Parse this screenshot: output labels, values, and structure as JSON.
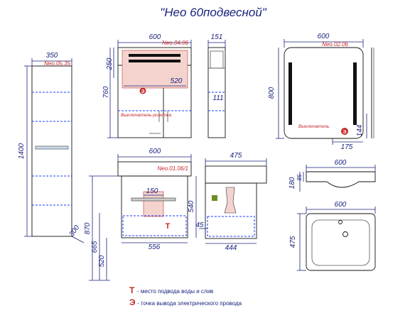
{
  "title": "\"Нео 60подвесной\"",
  "codes": {
    "column": "Neo.05.35",
    "mirror_cabinet": "Neo.04.06",
    "mirror": "Neo.02.06",
    "vanity": "Neo.01.06/1"
  },
  "dims": {
    "col_width": "350",
    "col_height": "1400",
    "col_depth": "300",
    "mc_width": "600",
    "mc_h1": "250",
    "mc_h2": "760",
    "mc_inner": "520",
    "side_depth": "151",
    "side_shelf": "111",
    "mir_width": "600",
    "mir_height": "800",
    "mir_144": "144",
    "mir_175": "175",
    "van_width": "600",
    "van_150": "150",
    "van_540": "540",
    "van_870": "870",
    "van_665": "665",
    "van_520": "520",
    "van_556": "556",
    "vside_475": "475",
    "vside_45": "45",
    "vside_444": "444",
    "sink_side_600": "600",
    "sink_side_180": "180",
    "sink_side_85": "85",
    "sink_top_600": "600",
    "sink_top_475": "475"
  },
  "labels": {
    "switch_socket": "Выключатель-розетка",
    "switch": "Выключатель"
  },
  "legend": {
    "t_symbol": "Т",
    "t_text": "- место подвода воды и слив",
    "e_symbol": "Э",
    "e_text": "- точка вывода электрического провода"
  }
}
